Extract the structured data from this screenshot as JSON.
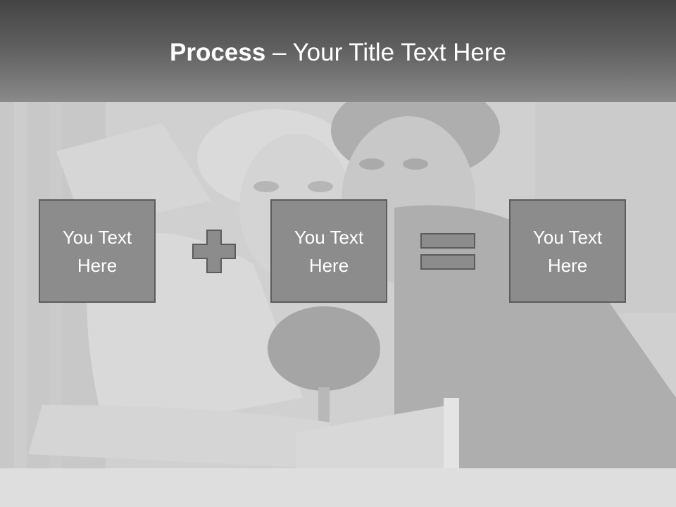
{
  "title": {
    "bold": "Process",
    "rest": " – Your Title Text Here"
  },
  "boxes": [
    {
      "line1": "You Text",
      "line2": "Here"
    },
    {
      "line1": "You Text",
      "line2": "Here"
    },
    {
      "line1": "You Text",
      "line2": "Here"
    }
  ],
  "icons": {
    "plus": "plus-icon",
    "equals": "equals-icon"
  },
  "colors": {
    "title_bar_top": "#444444",
    "title_bar_bottom": "#8a8a8a",
    "box_fill": "#8c8c8c",
    "box_border": "#5c5c5c"
  }
}
